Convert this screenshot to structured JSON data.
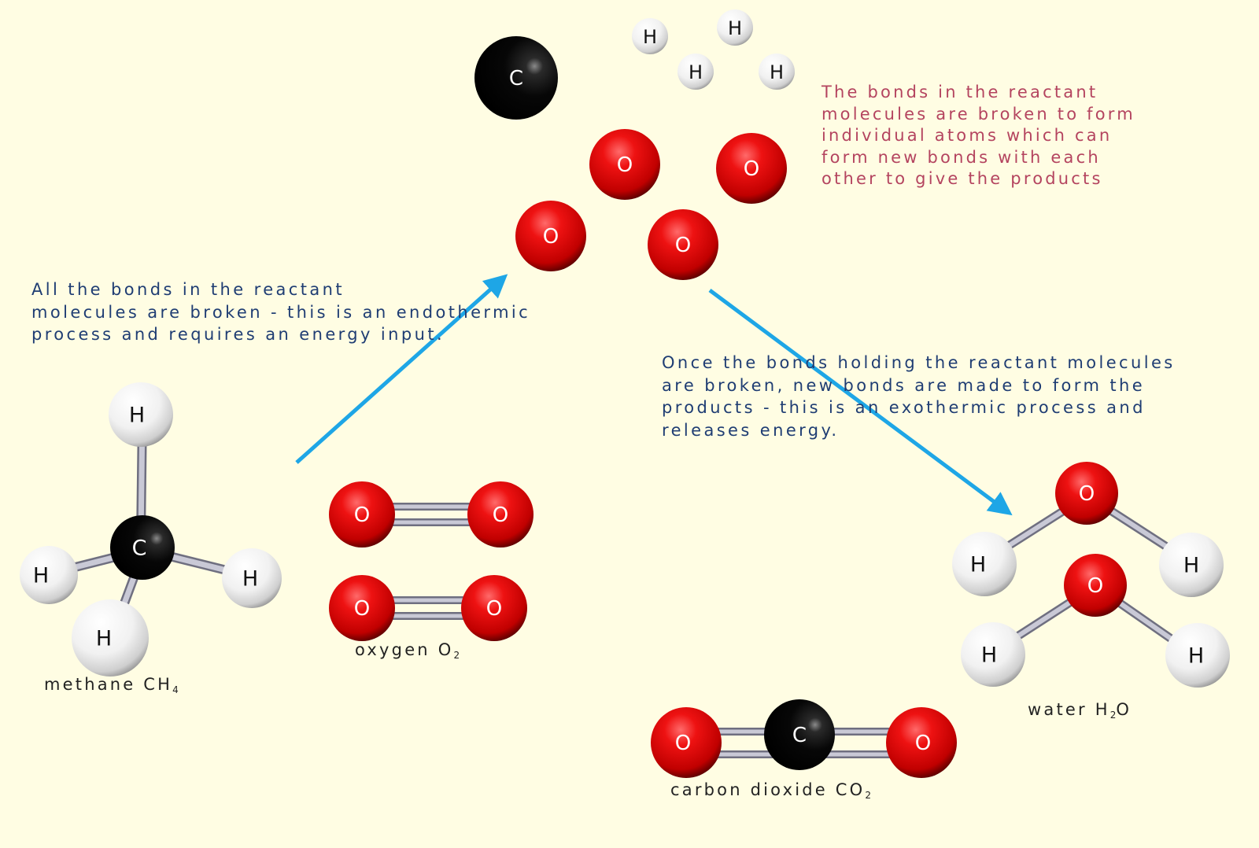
{
  "colors": {
    "background": "#fffde3",
    "arrow": "#1ea6e6",
    "oxygen": "#e30a0a",
    "carbon": "#0a0a0a",
    "hydrogen": "#f2f2f2",
    "bond": "#9a9aaa",
    "text_main": "#1f3d73",
    "text_note": "#b4445f"
  },
  "atom_letters": {
    "carbon": "C",
    "hydrogen": "H",
    "oxygen": "O"
  },
  "notes": {
    "bond_breaking": {
      "lines": [
        "All the bonds in the reactant",
        "molecules are broken - this is an endothermic",
        "process and requires an energy input."
      ]
    },
    "free_atoms": {
      "lines": [
        "The bonds in the reactant",
        "molecules are broken to form",
        "individual atoms which can",
        "form new bonds with each",
        "other to give the products"
      ]
    },
    "bond_making": {
      "lines": [
        "Once the bonds holding the reactant molecules",
        "are broken, new bonds are made to form the",
        "products - this is an exothermic process and",
        "releases energy."
      ]
    }
  },
  "labels": {
    "methane": {
      "name": "methane ",
      "formula_a": "CH",
      "sub": "4",
      "formula_b": ""
    },
    "oxygen": {
      "name": "oxygen ",
      "formula_a": "O",
      "sub": "2",
      "formula_b": ""
    },
    "water": {
      "name": "water ",
      "formula_a": "H",
      "sub": "2",
      "formula_b": "O"
    },
    "carbon_dioxide": {
      "name": "carbon dioxide ",
      "formula_a": "CO",
      "sub": "2",
      "formula_b": ""
    }
  }
}
